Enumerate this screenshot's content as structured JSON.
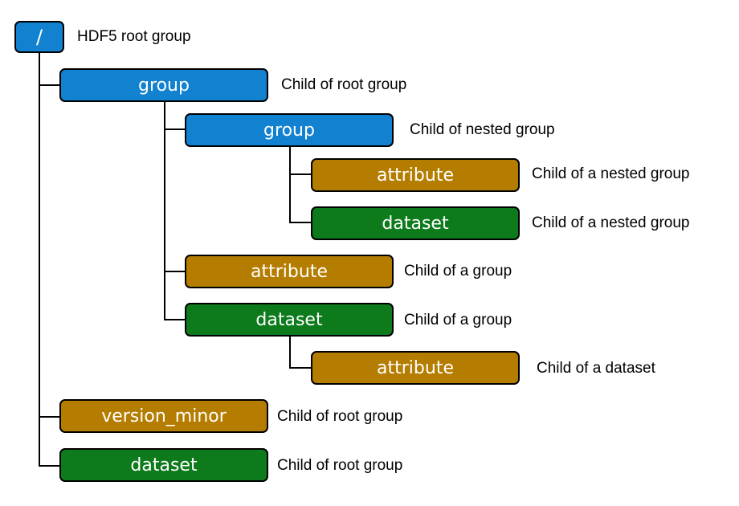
{
  "colors": {
    "group": "#1181d0",
    "attribute": "#b57d00",
    "dataset": "#0d7a1b",
    "outline": "#000000",
    "connector": "#000000"
  },
  "nodes": [
    {
      "id": "root",
      "type": "group",
      "label": "/",
      "description": "HDF5 root group"
    },
    {
      "id": "group-1",
      "type": "group",
      "label": "group",
      "description": "Child of root group"
    },
    {
      "id": "group-1-1",
      "type": "group",
      "label": "group",
      "description": "Child of nested group"
    },
    {
      "id": "group-1-1-attribute",
      "type": "attribute",
      "label": "attribute",
      "description": "Child of a nested group"
    },
    {
      "id": "group-1-1-dataset",
      "type": "dataset",
      "label": "dataset",
      "description": "Child of a nested group"
    },
    {
      "id": "group-1-attribute",
      "type": "attribute",
      "label": "attribute",
      "description": "Child of a group"
    },
    {
      "id": "group-1-dataset",
      "type": "dataset",
      "label": "dataset",
      "description": "Child of a group"
    },
    {
      "id": "dataset-attribute",
      "type": "attribute",
      "label": "attribute",
      "description": "Child of a dataset"
    },
    {
      "id": "version-minor",
      "type": "attribute",
      "label": "version_minor",
      "description": "Child of root group"
    },
    {
      "id": "root-dataset",
      "type": "dataset",
      "label": "dataset",
      "description": "Child of root group"
    }
  ]
}
